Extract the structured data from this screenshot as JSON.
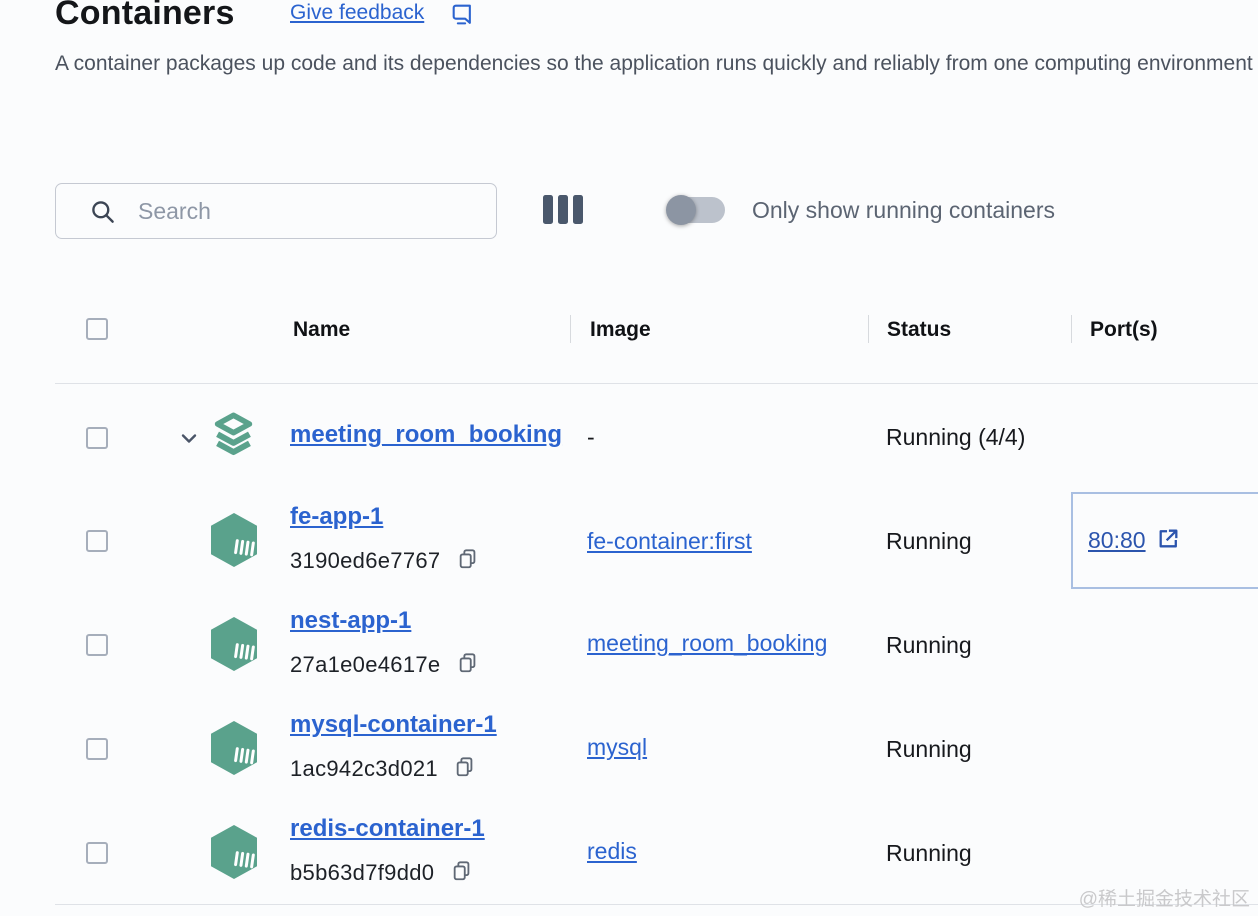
{
  "page": {
    "title": "Containers",
    "feedback_label": "Give feedback",
    "description": "A container packages up code and its dependencies so the application runs quickly and reliably from one computing environment to another."
  },
  "controls": {
    "search_placeholder": "Search",
    "toggle_label": "Only show running containers",
    "toggle_state": "off"
  },
  "table": {
    "headers": {
      "name": "Name",
      "image": "Image",
      "status": "Status",
      "ports": "Port(s)"
    },
    "rows": [
      {
        "type": "group",
        "name": "meeting_room_booking",
        "image": "-",
        "status": "Running (4/4)",
        "ports": ""
      },
      {
        "type": "container",
        "name": "fe-app-1",
        "hash": "3190ed6e7767",
        "image": "fe-container:first",
        "status": "Running",
        "ports": "80:80"
      },
      {
        "type": "container",
        "name": "nest-app-1",
        "hash": "27a1e0e4617e",
        "image": "meeting_room_booking",
        "status": "Running",
        "ports": ""
      },
      {
        "type": "container",
        "name": "mysql-container-1",
        "hash": "1ac942c3d021",
        "image": "mysql",
        "status": "Running",
        "ports": ""
      },
      {
        "type": "container",
        "name": "redis-container-1",
        "hash": "b5b63d7f9dd0",
        "image": "redis",
        "status": "Running",
        "ports": ""
      }
    ]
  },
  "watermark": "@稀土掘金技术社区",
  "colors": {
    "link_blue": "#2b63cf",
    "port_link_blue": "#2b54ad",
    "port_cell_border": "#a9bfe2",
    "icon_teal": "#5aa28c",
    "toggle_track": "#bcc2cc",
    "toggle_knob": "#8c95a3",
    "text_dark": "#17191d",
    "text_gray": "#4b525e"
  }
}
